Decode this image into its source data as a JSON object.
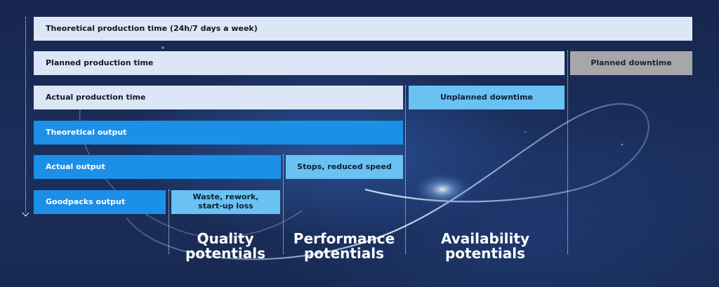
{
  "bars": {
    "theoretical_production_time": "Theoretical production time (24h/7 days a week)",
    "planned_production_time": "Planned production time",
    "planned_downtime": "Planned downtime",
    "actual_production_time": "Actual production time",
    "unplanned_downtime": "Unplanned downtime",
    "theoretical_output": "Theoretical output",
    "actual_output": "Actual output",
    "stops_reduced_speed": "Stops, reduced speed",
    "goodpacks_output": "Goodpacks output",
    "waste_rework_line1": "Waste, rework,",
    "waste_rework_line2": "start-up loss"
  },
  "potentials": {
    "quality_line1": "Quality",
    "quality_line2": "potentials",
    "performance_line1": "Performance",
    "performance_line2": "potentials",
    "availability_line1": "Availability",
    "availability_line2": "potentials"
  }
}
